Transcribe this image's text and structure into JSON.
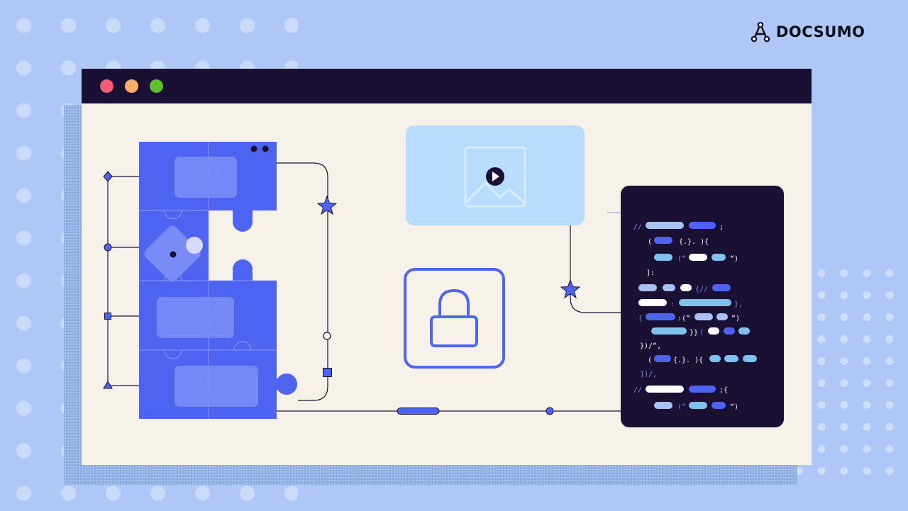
{
  "brand": {
    "name": "DOCSUMO",
    "logo_icon": "docsumo-logo-icon"
  },
  "browser": {
    "traffic_lights": [
      {
        "name": "close",
        "color": "#f25c72"
      },
      {
        "name": "minimize",
        "color": "#fbb06a"
      },
      {
        "name": "maximize",
        "color": "#61c02c"
      }
    ]
  },
  "colors": {
    "background": "#aec7f7",
    "puzzle_blue": "#4e64f0",
    "dark_navy": "#1a1033",
    "canvas_cream": "#f8f1ea",
    "image_card": "#b8dcfb",
    "lock_stroke": "#5065f0"
  },
  "code_panel": {
    "lines": [
      {
        "prefix": "//",
        "suffix": ";"
      },
      {
        "prefix": "(",
        "middle": "{.}. ){",
        "suffix": ""
      },
      {
        "prefix": "",
        "middle": "(\"",
        "suffix": "\")"
      },
      {
        "prefix": "]:",
        "middle": "",
        "suffix": ""
      },
      {
        "prefix": "",
        "middle": "{//",
        "suffix": ""
      },
      {
        "prefix": "",
        "middle": ":",
        "suffix": "},"
      },
      {
        "prefix": "{",
        "middle": ":(\"",
        "suffix": "\")"
      },
      {
        "prefix": "",
        "middle": "}}(",
        "suffix": ""
      },
      {
        "prefix": "})/\",",
        "middle": "",
        "suffix": ""
      },
      {
        "prefix": "(",
        "middle": "{.}. ){",
        "suffix": ""
      },
      {
        "prefix": "])/,",
        "middle": "",
        "suffix": ""
      },
      {
        "prefix": "//",
        "middle": ";{",
        "suffix": ""
      },
      {
        "prefix": "",
        "middle": "(\"",
        "suffix": "\")"
      }
    ]
  },
  "icons": {
    "media": "image-placeholder-icon",
    "play": "play-icon",
    "lock": "lock-icon",
    "puzzle": "puzzle-icon"
  }
}
